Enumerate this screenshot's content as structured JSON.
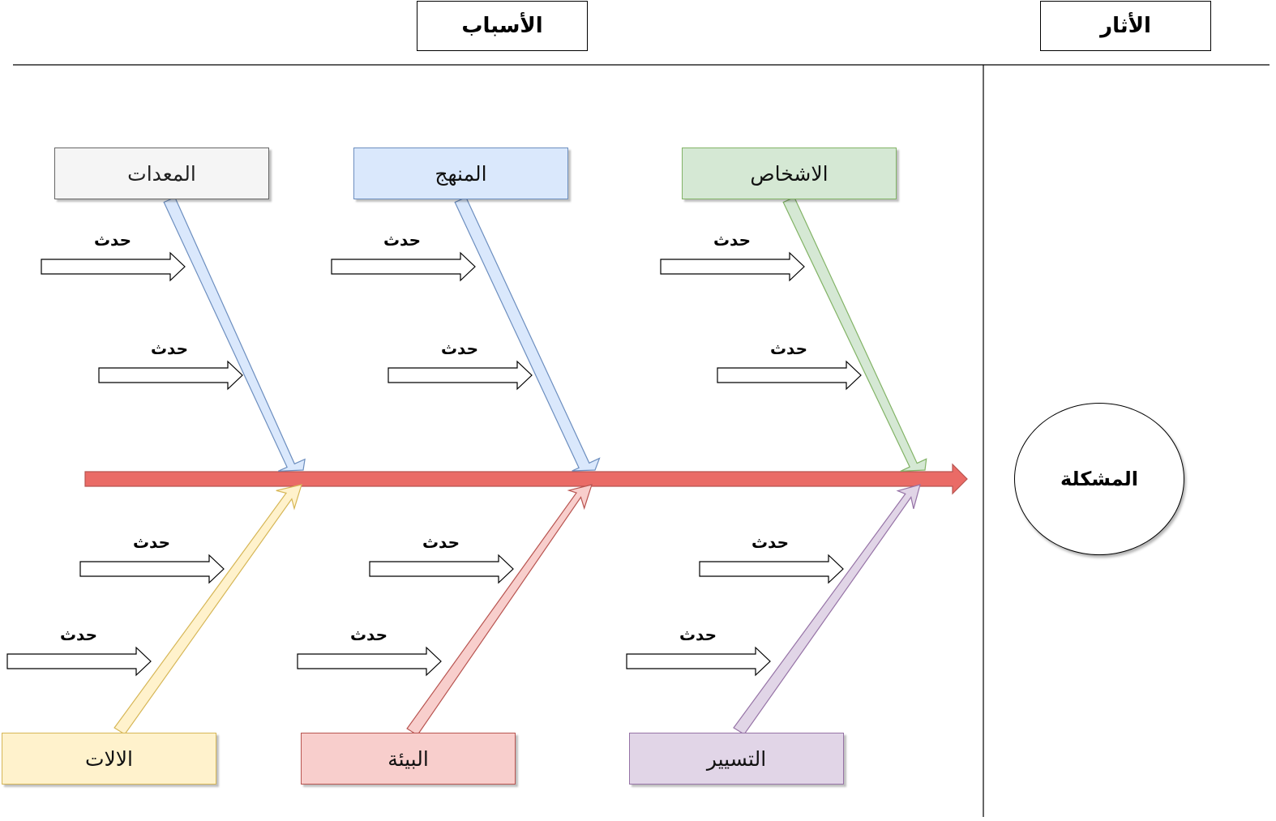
{
  "headers": {
    "causes": "الأسباب",
    "effects": "الأثار"
  },
  "problem": "المشكلة",
  "event_label": "حدث",
  "categories": {
    "top": [
      "المعدات",
      "المنهج",
      "الاشخاص"
    ],
    "bottom": [
      "الالات",
      "البيئة",
      "التسيير"
    ]
  },
  "colors": {
    "spine": "#ea6b66",
    "equipment": "#dae8fc",
    "method": "#dae8fc",
    "people": "#d5e8d4",
    "machines": "#fff2cc",
    "environment": "#f8cecc",
    "management": "#e1d5e7"
  }
}
